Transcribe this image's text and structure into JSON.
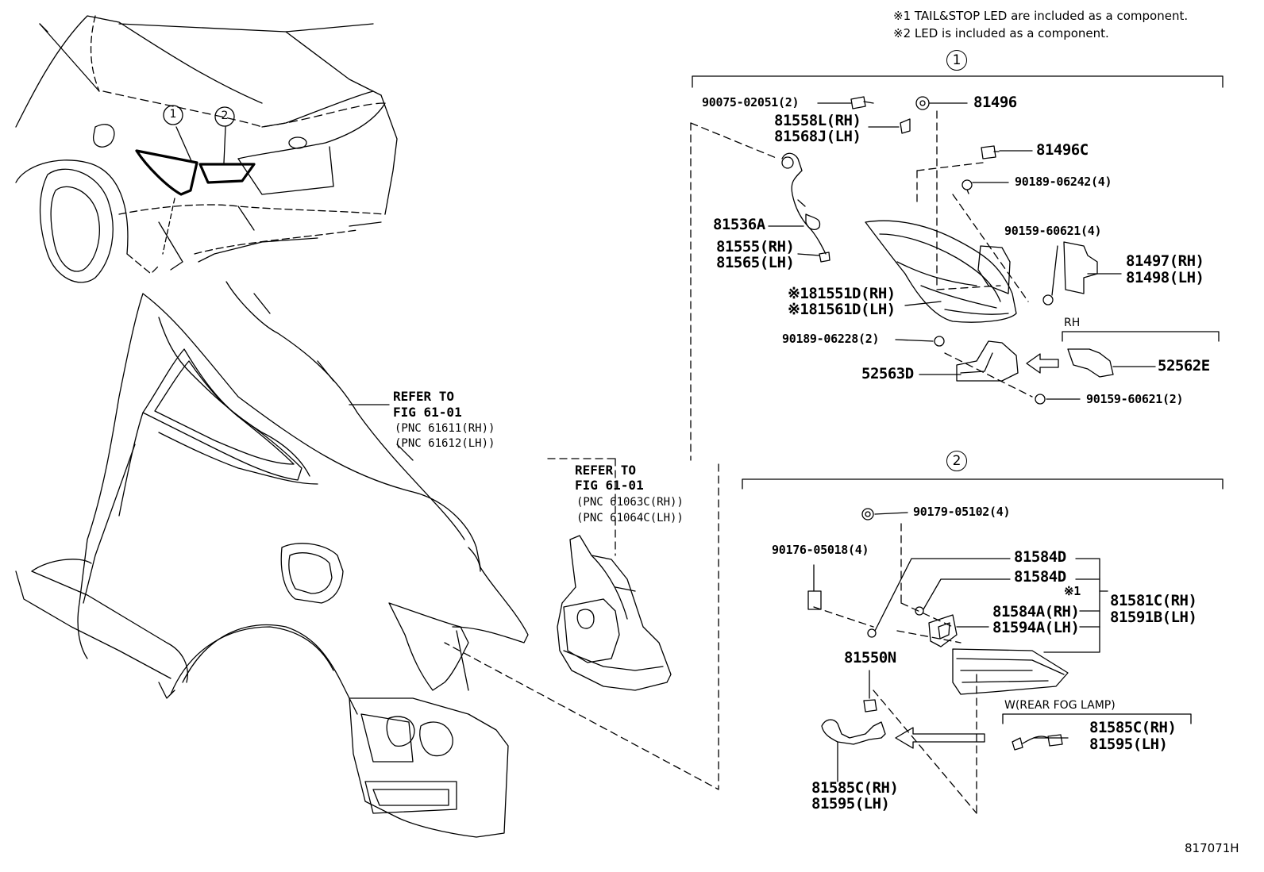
{
  "notes": {
    "note1": "※1 TAIL&STOP LED are included as a component.",
    "note2": "※2 LED is included as a component."
  },
  "group_markers": {
    "one": "1",
    "two": "2"
  },
  "car_callouts": {
    "one": "1",
    "two": "2"
  },
  "refer_body": {
    "line1": "REFER TO",
    "line2": "FIG 61-01",
    "pnc_rh": "(PNC 61611(RH))",
    "pnc_lh": "(PNC 61612(LH))"
  },
  "refer_panel": {
    "line1": "REFER TO",
    "line2": "FIG 61-01",
    "pnc_rh": "(PNC 61063C(RH))",
    "pnc_lh": "(PNC 61064C(LH))"
  },
  "group1_parts": {
    "p90075": "90075-02051(2)",
    "p81496": "81496",
    "p81558L": "81558L(RH)",
    "p81568J": "81568J(LH)",
    "p81496C": "81496C",
    "p90189_06242": "90189-06242(4)",
    "p81536A": "81536A",
    "p90159_4": "90159-60621(4)",
    "p81555": "81555(RH)",
    "p81565": "81565(LH)",
    "p81497": "81497(RH)",
    "p81498": "81498(LH)",
    "p81551D": "※181551D(RH)",
    "p81561D": "※181561D(LH)",
    "rh_header": "RH",
    "p90189_06228": "90189-06228(2)",
    "p52562E": "52562E",
    "p52563D": "52563D",
    "p90159_2": "90159-60621(2)"
  },
  "group2_parts": {
    "p90179": "90179-05102(4)",
    "p90176": "90176-05018(4)",
    "p81584D_a": "81584D",
    "p81584D_b": "81584D",
    "mark1": "※1",
    "p81581C": "81581C(RH)",
    "p81591B": "81591B(LH)",
    "p81584A": "81584A(RH)",
    "p81594A": "81594A(LH)",
    "p81550N": "81550N",
    "fog_header": "W(REAR FOG LAMP)",
    "p81585C_r": "81585C(RH)",
    "p81595_r": "81595(LH)",
    "p81585C_l": "81585C(RH)",
    "p81595_l": "81595(LH)"
  },
  "figure_id": "817071H"
}
